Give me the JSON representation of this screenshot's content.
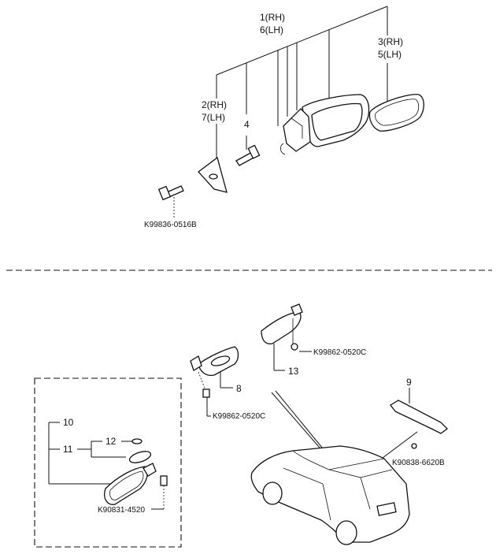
{
  "callouts": {
    "c1_rh": "1(RH)",
    "c6_lh": "6(LH)",
    "c3_rh": "3(RH)",
    "c5_lh": "5(LH)",
    "c2_rh": "2(RH)",
    "c7_lh": "7(LH)",
    "c4": "4",
    "c8": "8",
    "c9": "9",
    "c10": "10",
    "c11": "11",
    "c12": "12",
    "c13": "13"
  },
  "part_numbers": {
    "screw_mirror": "K99836-0516B",
    "screw_visor_13": "K99862-0520C",
    "screw_visor_8": "K99862-0520C",
    "screw_bracket_9": "K90838-6620B",
    "screw_inner_mirror": "K90831-4520"
  }
}
